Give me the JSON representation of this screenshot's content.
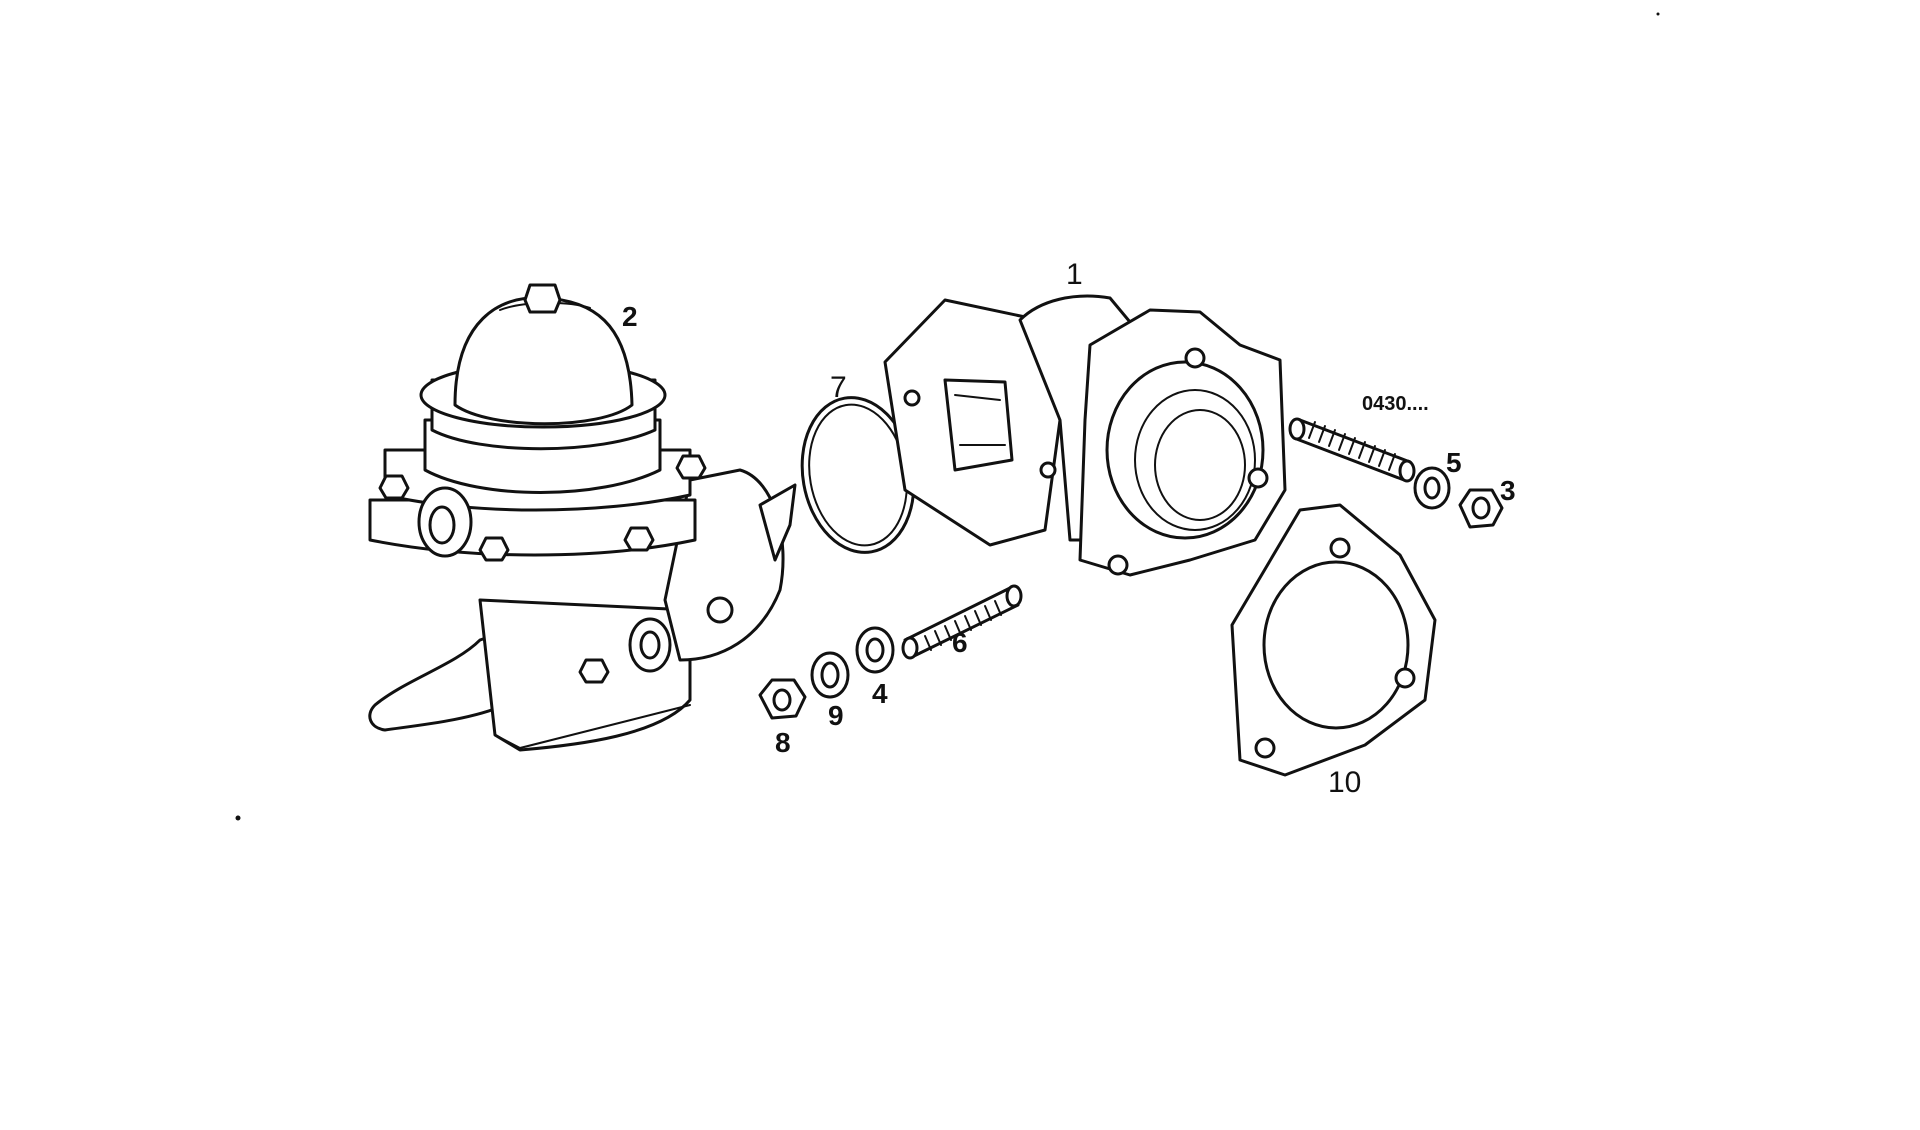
{
  "diagram": {
    "reference_code": "0430....",
    "callouts": {
      "c1": "1",
      "c2": "2",
      "c3": "3",
      "c4": "4",
      "c5": "5",
      "c6": "6",
      "c7": "7",
      "c8": "8",
      "c9": "9",
      "c10": "10"
    },
    "line_color": "#111111",
    "background_color": "#ffffff"
  }
}
